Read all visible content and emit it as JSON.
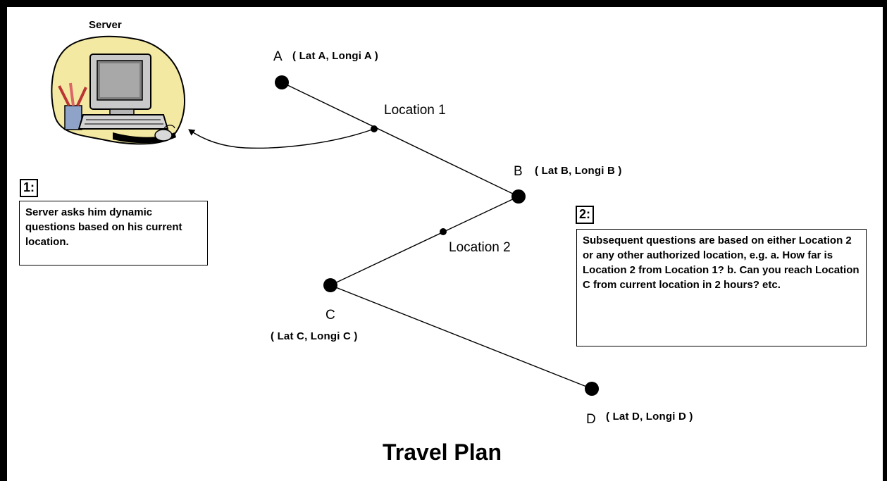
{
  "server": {
    "label": "Server",
    "icon": "computer-icon"
  },
  "nodes": {
    "a": {
      "letter": "A",
      "coords": "( Lat A, Longi A )"
    },
    "b": {
      "letter": "B",
      "coords": "( Lat B, Longi B )"
    },
    "c": {
      "letter": "C",
      "coords": "( Lat C, Longi C )"
    },
    "d": {
      "letter": "D",
      "coords": "( Lat D, Longi D )"
    }
  },
  "locations": {
    "location1": "Location 1",
    "location2": "Location 2"
  },
  "notes": {
    "note1": {
      "number": "1:",
      "text": "Server asks him dynamic questions based on his current location."
    },
    "note2": {
      "number": "2:",
      "text": "Subsequent questions are based on either Location 2 or any other authorized location, e.g. a. How far is Location 2 from Location 1? b. Can you reach Location C from current location in 2 hours? etc."
    }
  },
  "title": "Travel Plan"
}
